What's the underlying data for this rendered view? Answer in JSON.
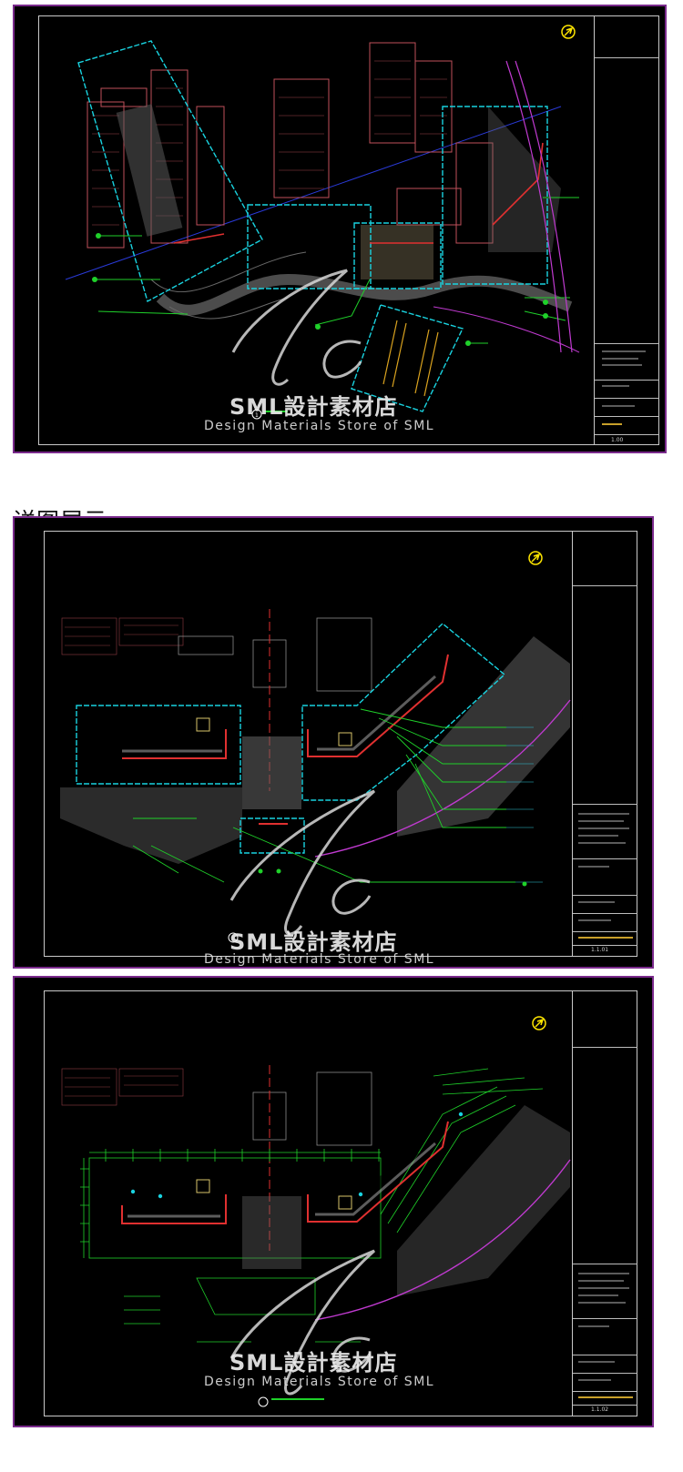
{
  "caption": "详图展示:",
  "watermark": {
    "cn": "SML設計素材店",
    "en": "Design Materials Store of SML",
    "monogram": "Sc"
  },
  "sheets": [
    {
      "drawing_no": "1.00",
      "title_label": ""
    },
    {
      "drawing_no": "1.1.01",
      "title_label": ""
    },
    {
      "drawing_no": "1.1.02",
      "title_label": ""
    }
  ],
  "colors": {
    "frame": "#7a2a8c",
    "cyan": "#19d3e0",
    "red_building": "#c0505a",
    "green_leader": "#1fd12a",
    "yellow_north": "#ffe600",
    "blue_line": "#2a3ad8",
    "magenta_road": "#c03ad0"
  }
}
